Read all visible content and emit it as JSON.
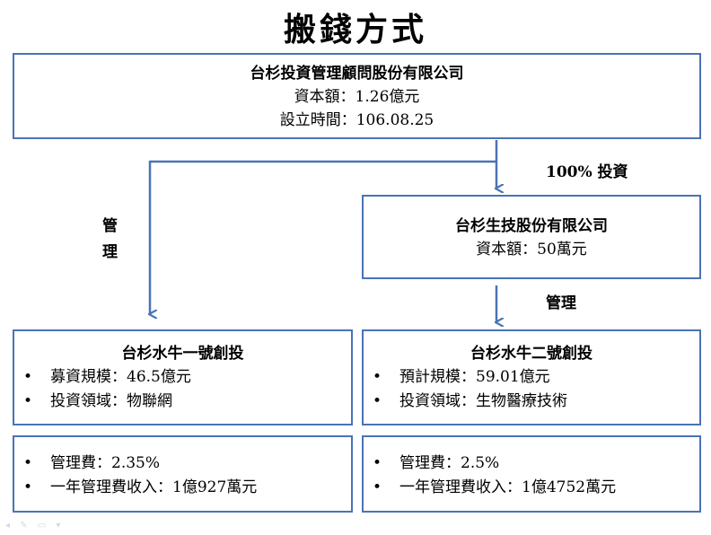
{
  "title": "搬錢方式",
  "parent": {
    "name": "台杉投資管理顧問股份有限公司",
    "capital": "資本額：1.26億元",
    "established": "設立時間：106.08.25"
  },
  "subsidiary": {
    "name": "台杉生技股份有限公司",
    "capital": "資本額：50萬元"
  },
  "labels": {
    "invest": "100% 投資",
    "manage_left_1": "管",
    "manage_left_2": "理",
    "manage_right": "管理"
  },
  "fund1": {
    "name": "台杉水牛一號創投",
    "items": [
      "募資規模：46.5億元",
      "投資領域：物聯網"
    ],
    "fees": [
      "管理費：2.35%",
      "一年管理費收入：1億927萬元"
    ]
  },
  "fund2": {
    "name": "台杉水牛二號創投",
    "items": [
      "預計規模：59.01億元",
      "投資領域：生物醫療技術"
    ],
    "fees": [
      "管理費：2.5%",
      "一年管理費收入：1億4752萬元"
    ]
  },
  "colors": {
    "border": "#4a73b5",
    "arrow": "#4a73b5"
  }
}
